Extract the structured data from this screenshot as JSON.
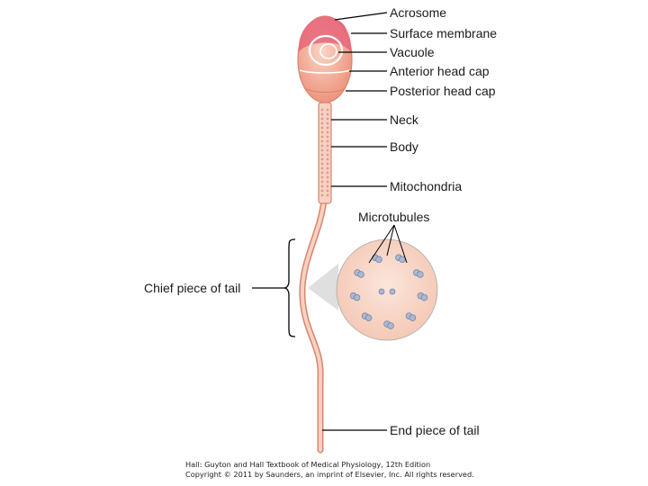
{
  "labels": {
    "acrosome": "Acrosome",
    "surface_membrane": "Surface membrane",
    "vacuole": "Vacuole",
    "anterior_head_cap": "Anterior head cap",
    "posterior_head_cap": "Posterior head cap",
    "neck": "Neck",
    "body": "Body",
    "mitochondria": "Mitochondria",
    "microtubules": "Microtubules",
    "chief_piece_of_tail": "Chief piece of tail",
    "end_piece_of_tail": "End piece of tail"
  },
  "caption": {
    "line1": "Hall: Guyton and Hall Textbook of Medical Physiology, 12th Edition",
    "line2": "Copyright © 2011 by Saunders, an imprint of Elsevier, Inc. All rights reserved."
  },
  "colors": {
    "head_fill": "#f0a08a",
    "acrosome_fill": "#e8667a",
    "tail_fill": "#f7d2c3",
    "tail_stroke": "#d9846e",
    "cross_section_fill": "#f8d8c8",
    "microtubule_fill": "#a9b8d3",
    "leader": "#000000"
  }
}
